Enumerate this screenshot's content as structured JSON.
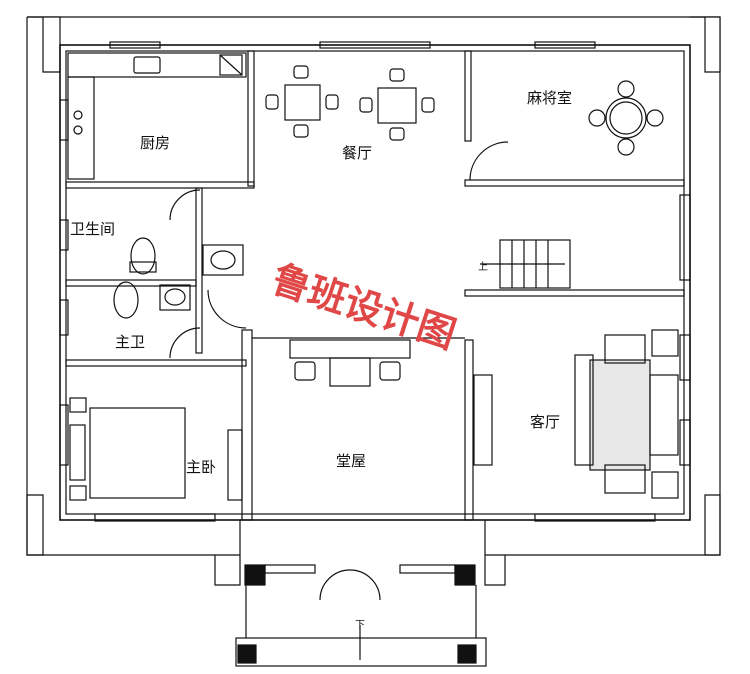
{
  "rooms": {
    "kitchen": "厨房",
    "dining": "餐厅",
    "mahjong": "麻将室",
    "bathroom": "卫生间",
    "master_bath": "主卫",
    "master_bedroom": "主卧",
    "hall": "堂屋",
    "living": "客厅"
  },
  "stairs": {
    "up": "上"
  },
  "entrance": {
    "down": "下"
  },
  "watermark": "鲁班设计图"
}
